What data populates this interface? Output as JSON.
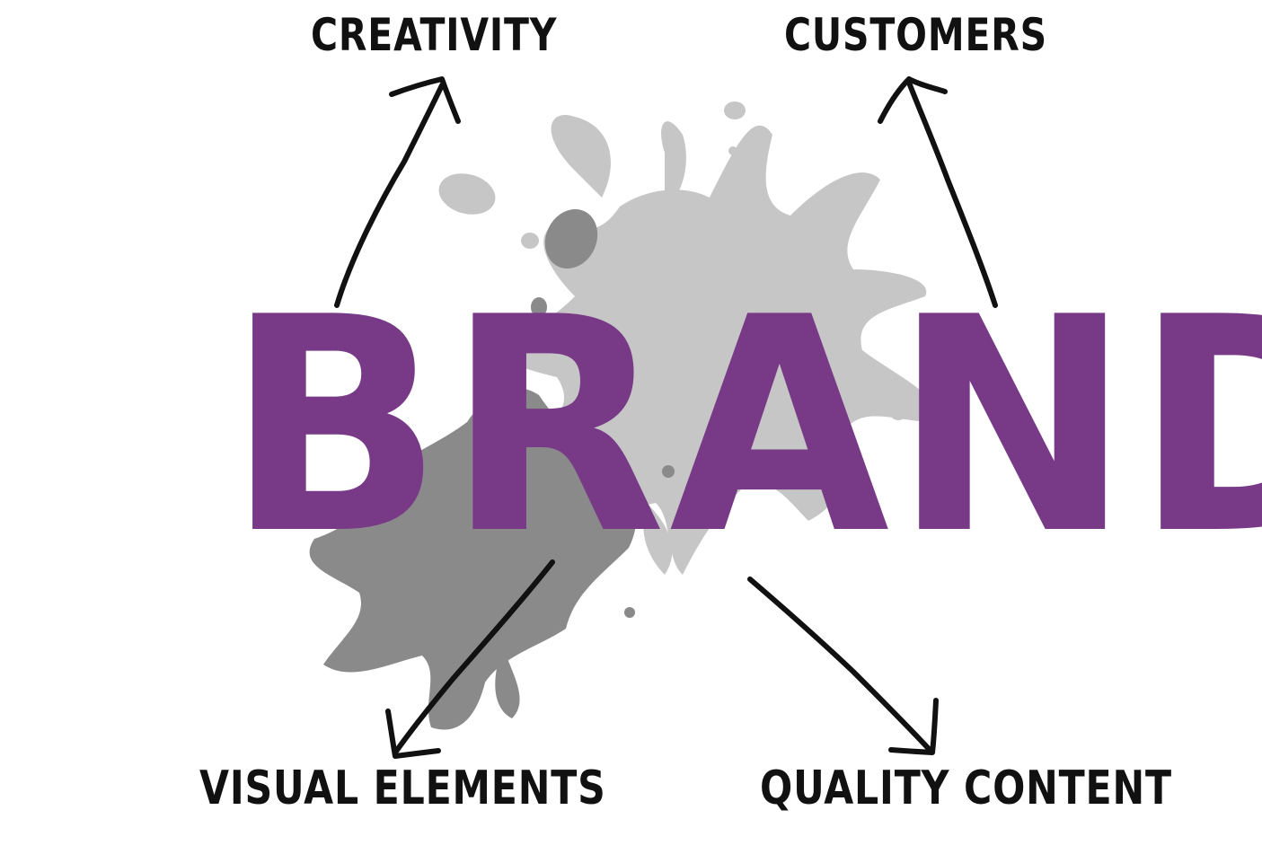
{
  "brand": {
    "word": "BRAND",
    "color": "#783a87"
  },
  "labels": {
    "creativity": "CREATIVITY",
    "customers": "CUSTOMERS",
    "visual_elements": "VISUAL ELEMENTS",
    "quality_content": "QUALITY CONTENT"
  },
  "colors": {
    "splash_light": "#c6c6c6",
    "splash_dark": "#8a8a8a",
    "arrow": "#111111",
    "background": "#ffffff"
  }
}
